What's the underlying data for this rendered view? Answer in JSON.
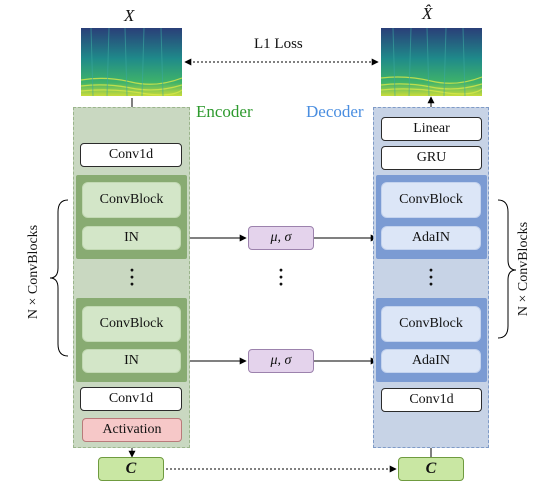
{
  "input_label": "X",
  "output_label": "X̂",
  "loss_label": "L1 Loss",
  "encoder": {
    "title": "Encoder",
    "title_color": "#2e9a2e",
    "conv_top": "Conv1d",
    "block_label": "ConvBlock",
    "norm_label": "IN",
    "conv_bottom": "Conv1d",
    "activation": "Activation",
    "repeat_label": "N × ConvBlocks"
  },
  "decoder": {
    "title": "Decoder",
    "title_color": "#4a8ee0",
    "linear": "Linear",
    "gru": "GRU",
    "block_label": "ConvBlock",
    "norm_label": "AdaIN",
    "conv_bottom": "Conv1d",
    "repeat_label": "N × ConvBlocks"
  },
  "stats_label": "μ, σ",
  "content_label": "C",
  "ellipsis": "⋮"
}
